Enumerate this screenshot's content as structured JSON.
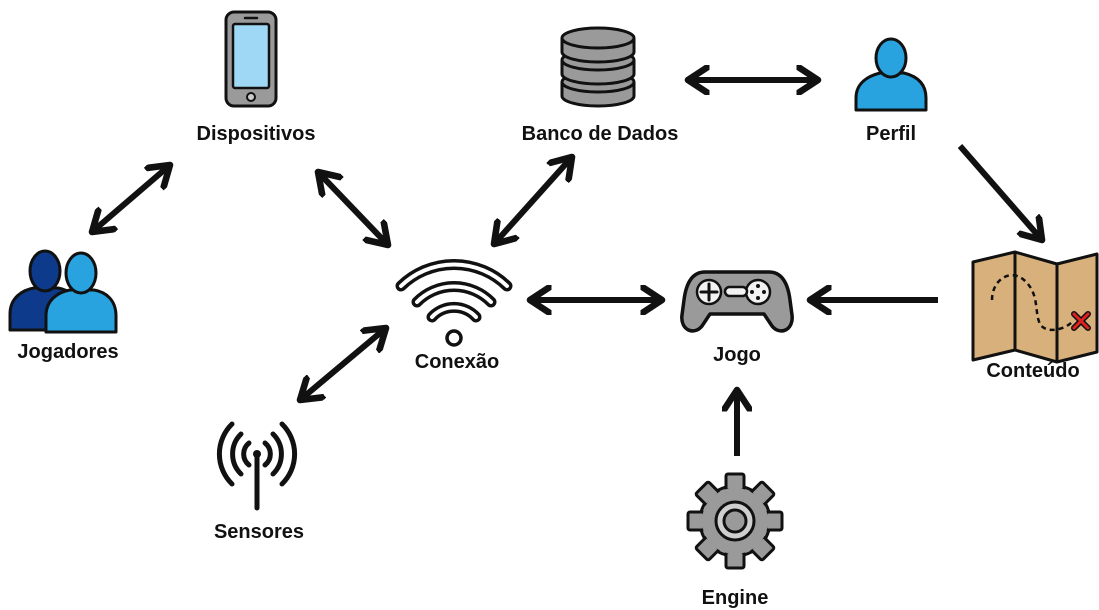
{
  "nodes": {
    "dispositivos": {
      "label": "Dispositivos",
      "icon": "smartphone-icon"
    },
    "banco_de_dados": {
      "label": "Banco de Dados",
      "icon": "database-icon"
    },
    "perfil": {
      "label": "Perfil",
      "icon": "user-profile-icon"
    },
    "jogadores": {
      "label": "Jogadores",
      "icon": "users-group-icon"
    },
    "conexao": {
      "label": "Conexão",
      "icon": "wifi-icon"
    },
    "jogo": {
      "label": "Jogo",
      "icon": "gamepad-icon"
    },
    "conteudo": {
      "label": "Conteúdo",
      "icon": "treasure-map-icon"
    },
    "sensores": {
      "label": "Sensores",
      "icon": "antenna-signal-icon"
    },
    "engine": {
      "label": "Engine",
      "icon": "gear-icon"
    }
  },
  "edges": [
    {
      "from": "Dispositivos",
      "to": "Jogadores",
      "direction": "both"
    },
    {
      "from": "Dispositivos",
      "to": "Conexão",
      "direction": "both"
    },
    {
      "from": "Banco de Dados",
      "to": "Conexão",
      "direction": "both"
    },
    {
      "from": "Banco de Dados",
      "to": "Perfil",
      "direction": "both"
    },
    {
      "from": "Perfil",
      "to": "Conteúdo",
      "direction": "forward"
    },
    {
      "from": "Conexão",
      "to": "Jogo",
      "direction": "both"
    },
    {
      "from": "Conteúdo",
      "to": "Jogo",
      "direction": "forward"
    },
    {
      "from": "Engine",
      "to": "Jogo",
      "direction": "forward"
    },
    {
      "from": "Sensores",
      "to": "Conexão",
      "direction": "both"
    }
  ],
  "colors": {
    "blue": "#29a3e0",
    "navy": "#0d3a8a",
    "gray": "#9a9a9a",
    "map_tan": "#d7b07c",
    "map_red": "#e02020",
    "ink": "#111111"
  }
}
